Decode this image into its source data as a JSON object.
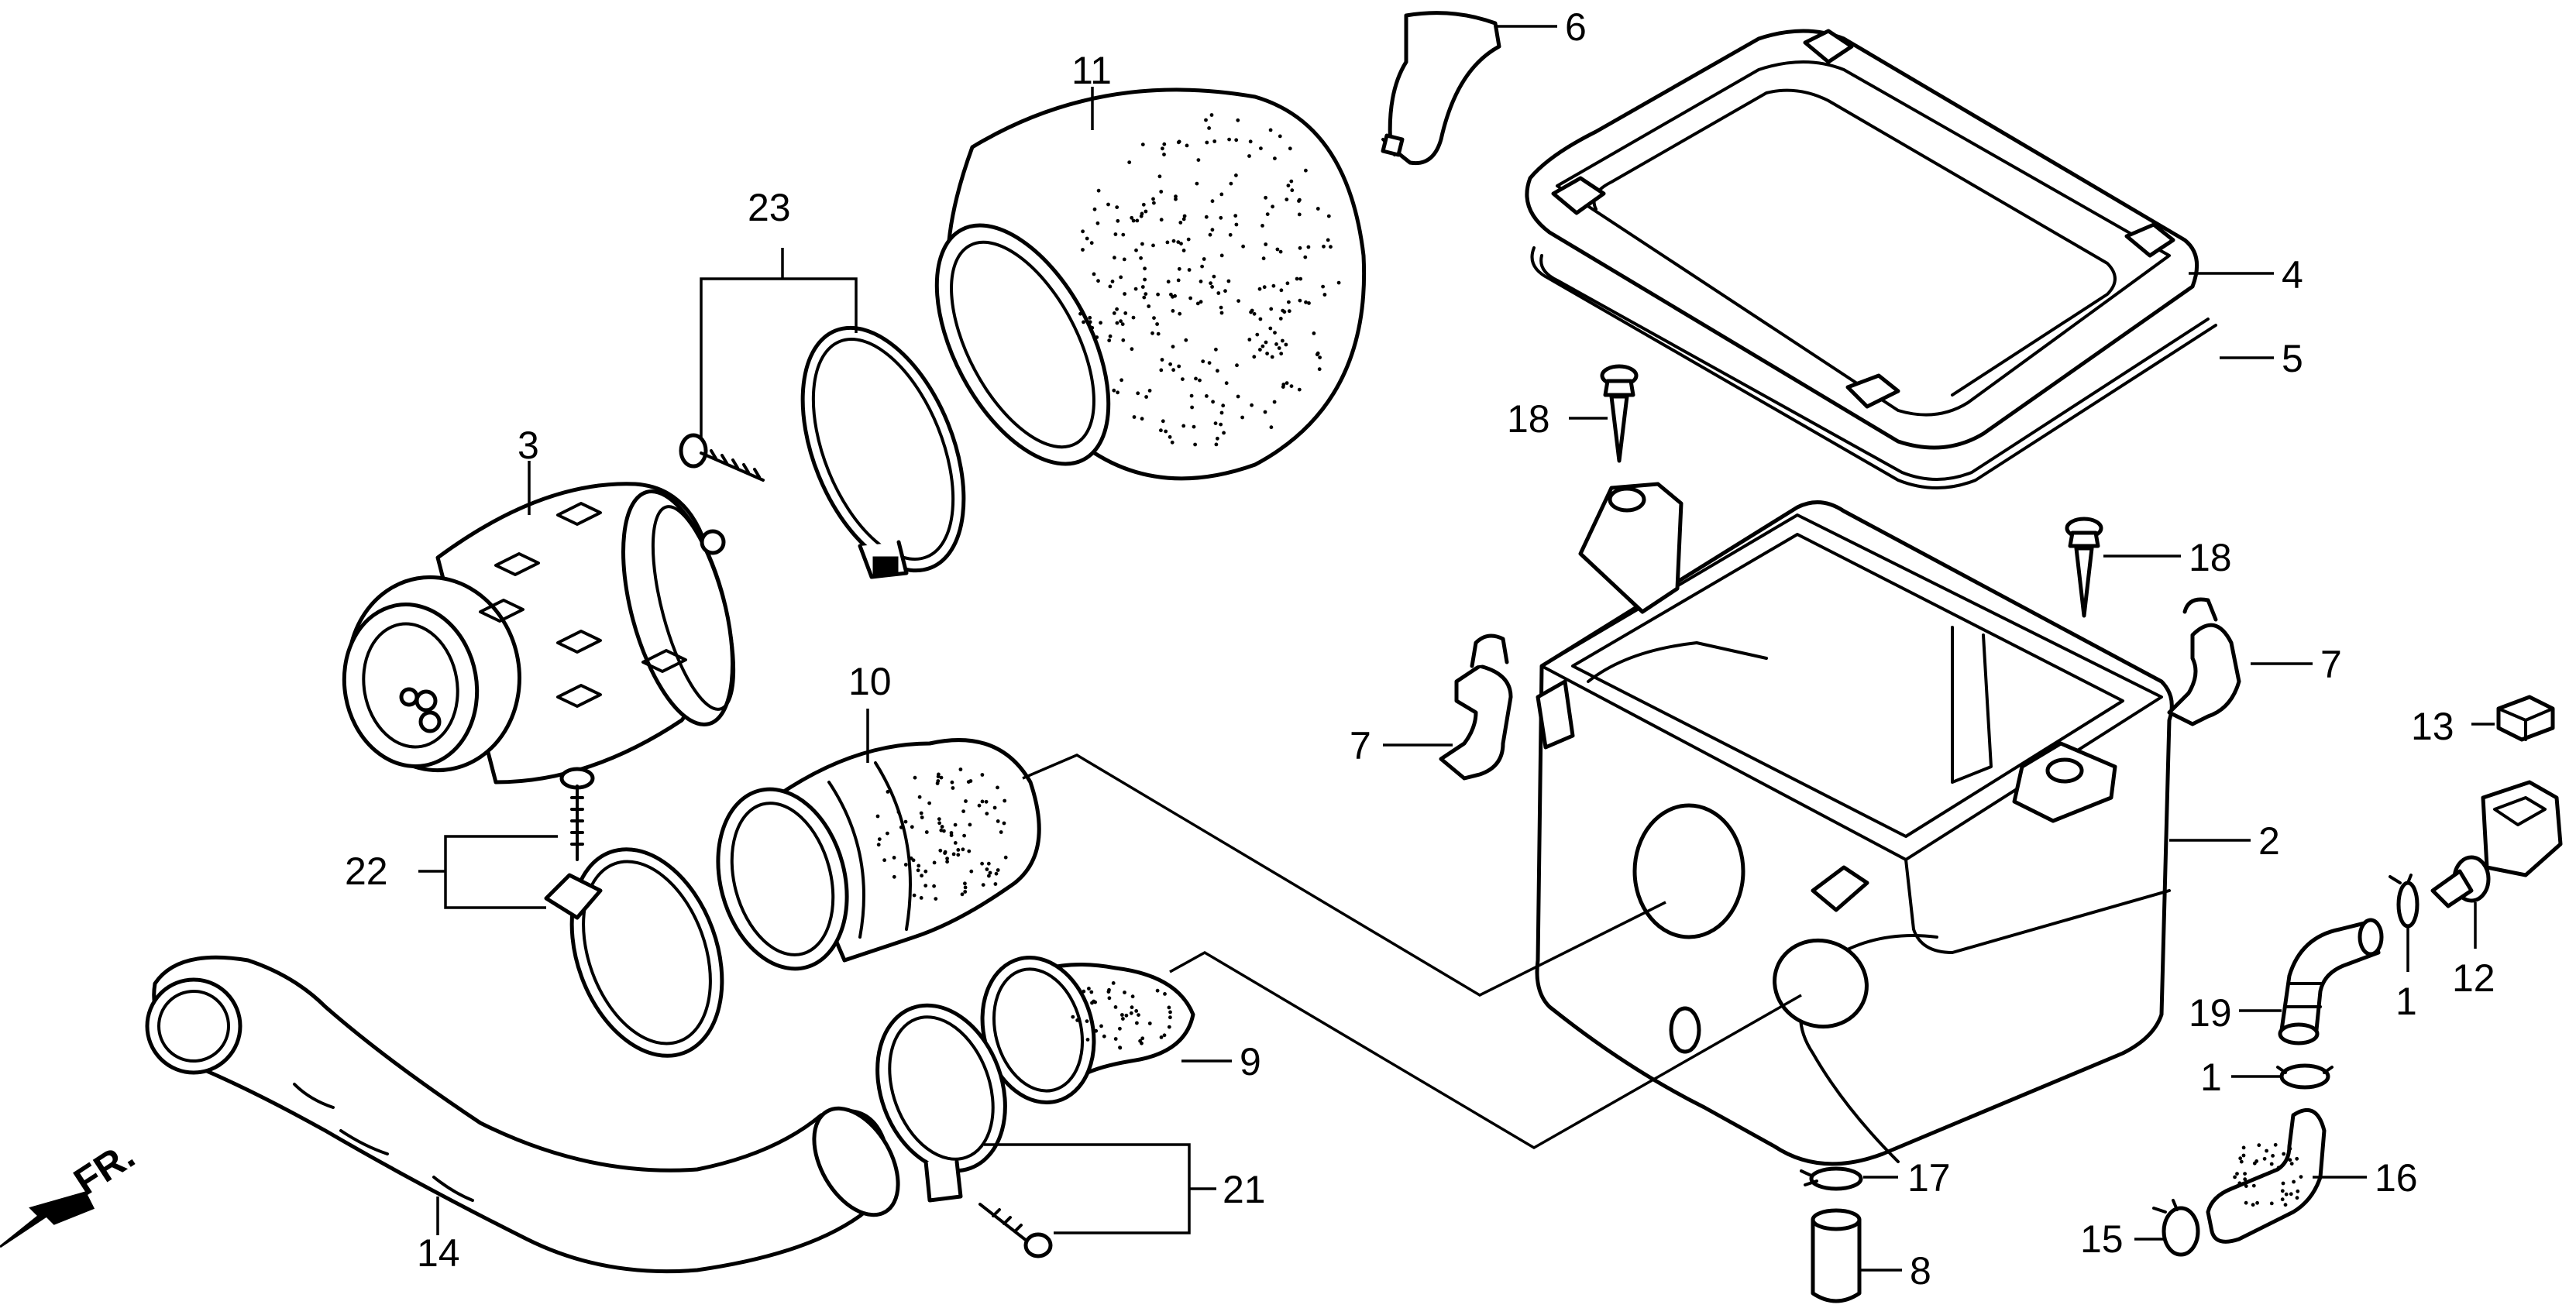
{
  "front_indicator": "FR.",
  "callouts": {
    "c1a": "1",
    "c1b": "1",
    "c2": "2",
    "c3": "3",
    "c4": "4",
    "c5": "5",
    "c6": "6",
    "c7a": "7",
    "c7b": "7",
    "c8": "8",
    "c9": "9",
    "c10": "10",
    "c11": "11",
    "c12": "12",
    "c13": "13",
    "c14": "14",
    "c15": "15",
    "c16": "16",
    "c17": "17",
    "c18a": "18",
    "c18b": "18",
    "c19": "19",
    "c21": "21",
    "c22": "22",
    "c23": "23"
  }
}
